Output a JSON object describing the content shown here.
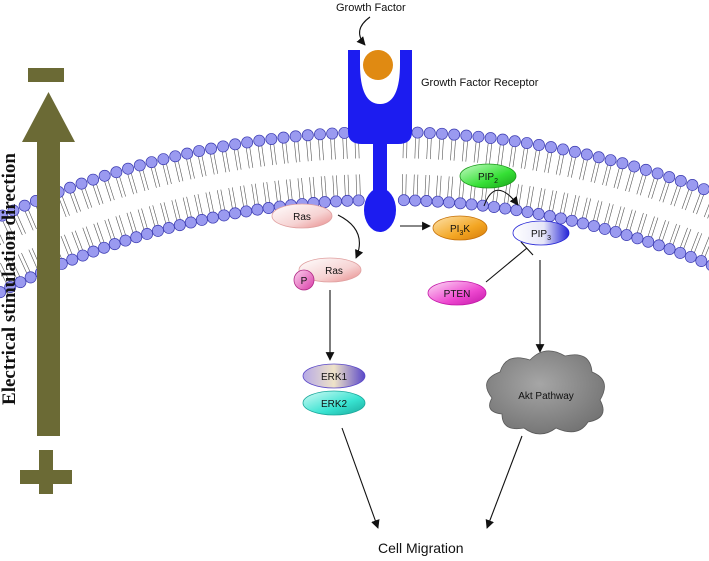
{
  "labels": {
    "growth_factor": "Growth Factor",
    "receptor": "Growth Factor Receptor",
    "direction": "Electrical stimulation direction",
    "minus": "-",
    "plus": "+",
    "cell_migration": "Cell Migration",
    "akt": "Akt Pathway"
  },
  "molecules": {
    "ras": "Ras",
    "p": "P",
    "ras_p": "Ras",
    "erk1": "ERK1",
    "erk2": "ERK2",
    "pi3k_a": "PI",
    "pi3k_sub": "3",
    "pi3k_b": "K",
    "pip2_a": "PIP",
    "pip2_sub": "2",
    "pip3_a": "PIP",
    "pip3_sub": "3",
    "pten": "PTEN"
  },
  "colors": {
    "arrow_olive": "#6b6a35",
    "receptor_blue": "#1c1cf0",
    "ligand_orange": "#e08a12",
    "lipid_head": "#9a9af0",
    "akt_cloud": "#8a8a8a"
  }
}
